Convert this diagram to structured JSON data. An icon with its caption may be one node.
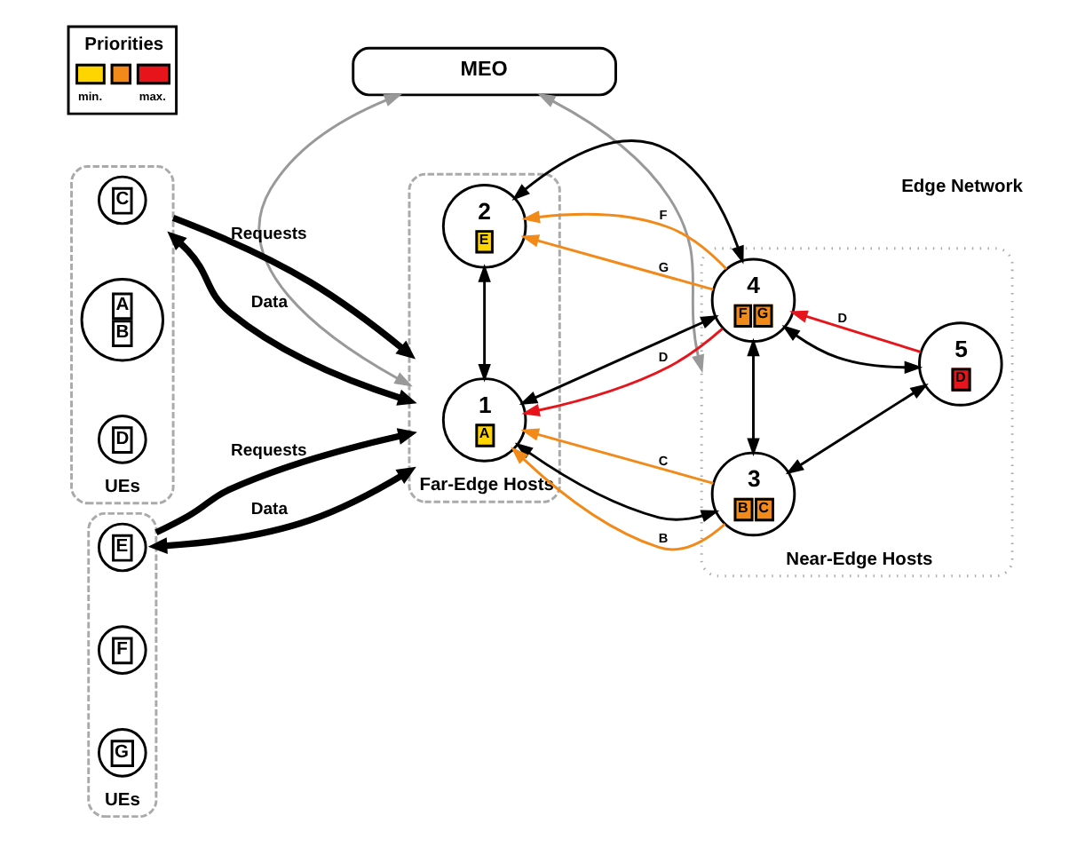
{
  "diagram": {
    "nodes": [
      {
        "text": [
          "MEO"
        ]
      },
      {
        "text": [
          "UEs"
        ]
      },
      {
        "text": [
          "C"
        ],
        "in": 1
      },
      {
        "text": [
          "A",
          "B"
        ],
        "in": 1
      },
      {
        "text": [
          "D"
        ],
        "in": 1
      },
      {
        "text": [
          "UEs"
        ]
      },
      {
        "text": [
          "E"
        ],
        "in": 5
      },
      {
        "text": [
          "F"
        ],
        "in": 5
      },
      {
        "text": [
          "G"
        ],
        "in": 5
      },
      {
        "text": [
          "Far-Edge Hosts"
        ]
      },
      {
        "text": [
          "1",
          "A"
        ],
        "in": 9
      },
      {
        "text": [
          "2",
          "E"
        ],
        "in": 9
      },
      {
        "text": [
          "Near-Edge Hosts"
        ]
      },
      {
        "text": [
          "3",
          "B",
          "C"
        ],
        "in": 12
      },
      {
        "text": [
          "4",
          "F",
          "G"
        ],
        "in": 12
      },
      {
        "text": [
          "5",
          "D"
        ],
        "in": 12
      }
    ],
    "edges": [
      {
        "from": 0,
        "to": 9,
        "arrow": "both",
        "color": "#999999"
      },
      {
        "from": 0,
        "to": 12,
        "arrow": "both",
        "color": "#999999"
      },
      {
        "from": 1,
        "to": 9,
        "arrow": "to",
        "label": "Requests",
        "style": "thick"
      },
      {
        "from": 1,
        "to": 9,
        "arrow": "both",
        "label": "Data",
        "style": "thick"
      },
      {
        "from": 5,
        "to": 9,
        "arrow": "to",
        "label": "Requests",
        "style": "thick"
      },
      {
        "from": 5,
        "to": 9,
        "arrow": "both",
        "label": "Data",
        "style": "thick"
      },
      {
        "from": 10,
        "to": 13,
        "arrow": "both"
      },
      {
        "from": 13,
        "to": 15,
        "arrow": "both"
      },
      {
        "from": 10,
        "to": 11,
        "arrow": "both"
      },
      {
        "from": 13,
        "to": 14,
        "arrow": "both"
      },
      {
        "from": 10,
        "to": 14,
        "arrow": "both"
      },
      {
        "from": 14,
        "to": 15,
        "arrow": "both"
      },
      {
        "from": 11,
        "to": 14,
        "arrow": "both"
      },
      {
        "from": 13,
        "to": 10,
        "arrow": "to",
        "label": "B",
        "color": "#f28a1a"
      },
      {
        "from": 13,
        "to": 10,
        "arrow": "to",
        "label": "C",
        "color": "#f28a1a"
      },
      {
        "from": 14,
        "to": 11,
        "arrow": "to",
        "label": "F",
        "color": "#f28a1a"
      },
      {
        "from": 14,
        "to": 11,
        "arrow": "to",
        "label": "G",
        "color": "#f28a1a"
      },
      {
        "from": 14,
        "to": 10,
        "arrow": "to",
        "label": "D",
        "color": "#e8141b"
      },
      {
        "from": 15,
        "to": 14,
        "arrow": "to",
        "label": "D",
        "color": "#e8141b"
      }
    ],
    "labels": [
      "Priorities",
      "Edge Network"
    ],
    "legend": [
      {
        "text": "min.",
        "color": "#ffd500"
      },
      {
        "text": "max.",
        "color": "#e8141b"
      }
    ]
  }
}
